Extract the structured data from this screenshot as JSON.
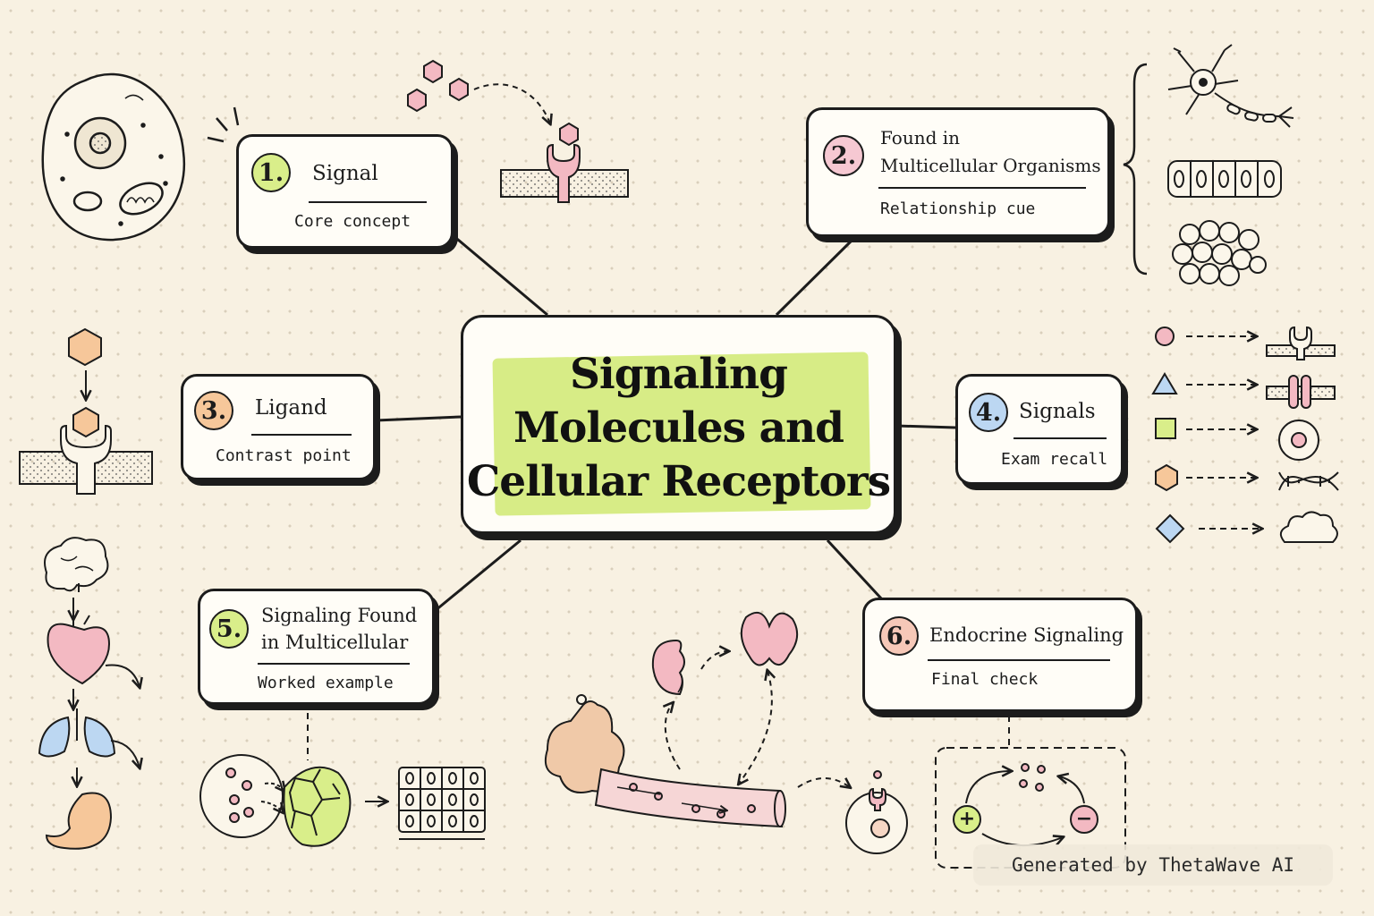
{
  "title": "Signaling Molecules and Cellular Receptors",
  "title_lines": [
    "Signaling",
    "Molecules and",
    "Cellular Receptors"
  ],
  "nodes": [
    {
      "number": "1.",
      "title": "Signal",
      "subtitle": "Core concept",
      "badge_color": "#d9ee8a"
    },
    {
      "number": "2.",
      "title_lines": [
        "Found in",
        "Multicellular Organisms"
      ],
      "subtitle": "Relationship cue",
      "badge_color": "#f6c8d2"
    },
    {
      "number": "3.",
      "title": "Ligand",
      "subtitle": "Contrast point",
      "badge_color": "#f6c79a"
    },
    {
      "number": "4.",
      "title": "Signals",
      "subtitle": "Exam recall",
      "badge_color": "#bcd7f2"
    },
    {
      "number": "5.",
      "title_lines": [
        "Signaling Found",
        "in Multicellular"
      ],
      "subtitle": "Worked example",
      "badge_color": "#d9ee8a"
    },
    {
      "number": "6.",
      "title": "Endocrine Signaling",
      "subtitle": "Final check",
      "badge_color": "#f6c8b8"
    }
  ],
  "feedback_symbols": {
    "plus": "+",
    "minus": "−"
  },
  "footer": "Generated by ThetaWave AI",
  "colors": {
    "background": "#f8f1e2",
    "highlight": "#d7ec86",
    "ink": "#1c1c1c",
    "pink": "#f3b9c2",
    "peach": "#f6c79a",
    "blue": "#bcd7f2",
    "green": "#d9ee8a",
    "tan": "#f0c9a8"
  }
}
